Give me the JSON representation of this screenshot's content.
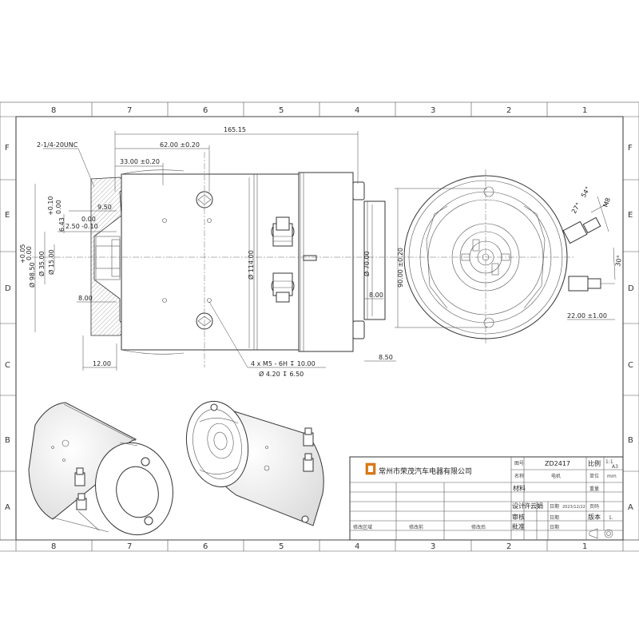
{
  "zones": {
    "columns": [
      "8",
      "7",
      "6",
      "5",
      "4",
      "3",
      "2",
      "1"
    ],
    "rows": [
      "F",
      "E",
      "D",
      "C",
      "B",
      "A"
    ]
  },
  "dimensions": {
    "overall_length": "165.15",
    "thread_spec": "2-1/4-20UNC",
    "d62": "62.00 ±0.20",
    "d33": "33.00 ±0.20",
    "d9_50": "9.50",
    "tol_upper": "+0.10",
    "tol_zero": "0.00",
    "d6_43": "6.43",
    "d0_00": "0.00",
    "d2_50": "2.50",
    "d_neg010": "-0.10",
    "tol_pos005": "+0.05",
    "tol_zero2": "0.00",
    "dia98": "Ø 98.50",
    "dia35": "Ø 35.00",
    "dia15": "Ø 15.00",
    "d8_left": "8.00",
    "dia114": "Ø 114.00",
    "dia70": "Ø 70.00",
    "d8_right": "8.00",
    "d90": "90.00 ±0.20",
    "d12": "12.00",
    "d8_50": "8.50",
    "hole_spec": "4 x  M5 - 6H ↧ 10.00",
    "hole_drill": "Ø  4.20 ↧ 6.50",
    "ang54": "54°",
    "ang27": "27°",
    "m8": "M8",
    "ang30": "30°",
    "d22": "22.00 ±1.00"
  },
  "title_block": {
    "company": "常州市荣茂汽车电器有限公司",
    "drawing_no_label": "图号",
    "drawing_no": "ZD2417",
    "scale_label": "比例",
    "scale_value": "1:1",
    "sheet_size": "A3",
    "name_label": "名称",
    "name_value": "电机",
    "unit_label": "单位",
    "unit_value": "mm",
    "weight_label": "重量",
    "material_label": "材料",
    "design_label": "设计",
    "designer": "许云娟",
    "date_label1": "日期",
    "design_date": "2023/12/22",
    "pages_label": "页码",
    "review_label": "审核",
    "date_label2": "日期",
    "version_label": "版本",
    "version_value": "1.",
    "approve_label": "批准",
    "date_label3": "日期",
    "rev_region_label": "修改区域",
    "rev_content_label": "修改前",
    "rev_after_label": "修改后"
  }
}
